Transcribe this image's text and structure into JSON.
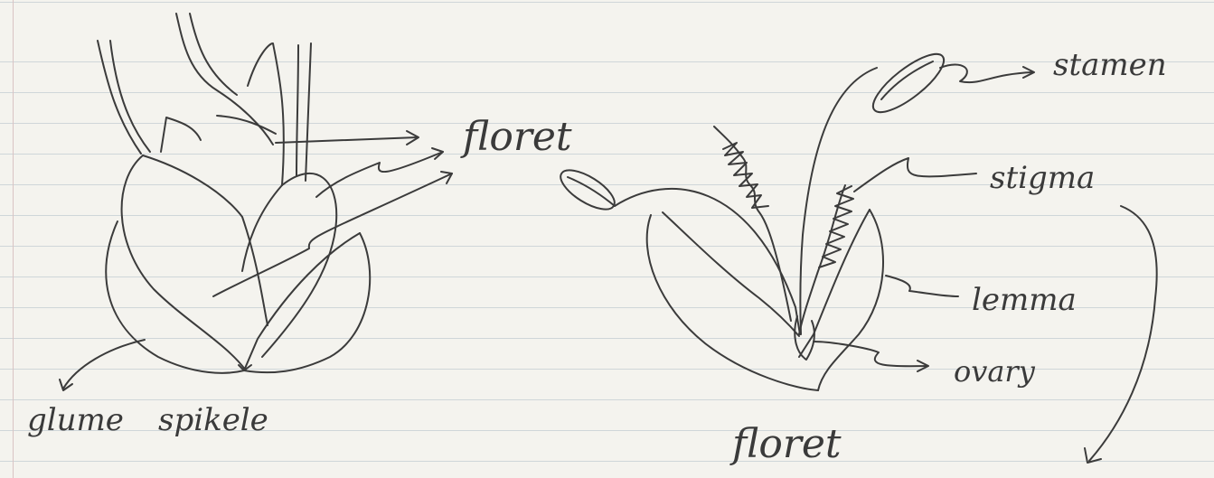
{
  "labels": {
    "floret_top": "floret",
    "floret_bottom": "floret",
    "glume": "glume",
    "spikelet": "spikele",
    "stamen": "stamen",
    "stigma": "stigma",
    "lemma": "lemma",
    "ovary": "ovary"
  },
  "colors": {
    "paper": "#f4f3ee",
    "ink": "#3b3b3b",
    "rule": "#cfd6d9"
  }
}
